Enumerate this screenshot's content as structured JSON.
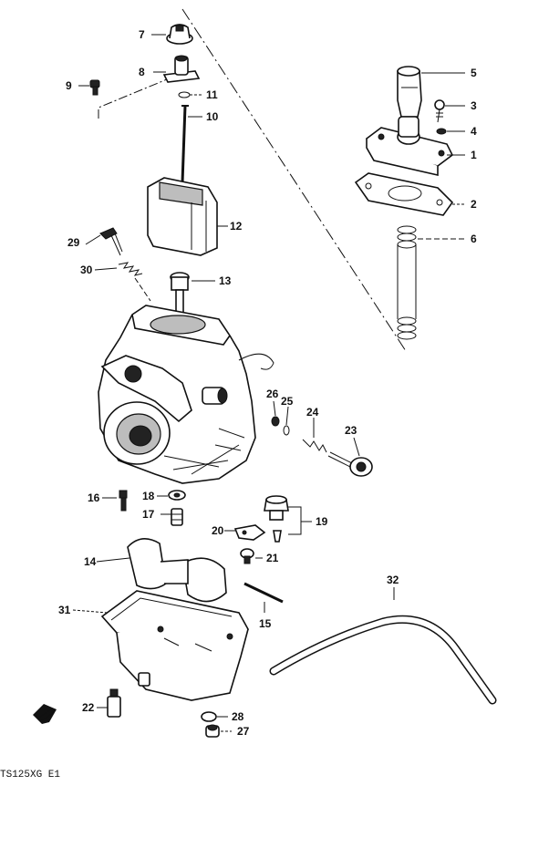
{
  "caption": "TS125XG E1",
  "callouts": [
    {
      "id": "1",
      "text": "1"
    },
    {
      "id": "2",
      "text": "2"
    },
    {
      "id": "3",
      "text": "3"
    },
    {
      "id": "4",
      "text": "4"
    },
    {
      "id": "5",
      "text": "5"
    },
    {
      "id": "6",
      "text": "6"
    },
    {
      "id": "7",
      "text": "7"
    },
    {
      "id": "8",
      "text": "8"
    },
    {
      "id": "9",
      "text": "9"
    },
    {
      "id": "10",
      "text": "10"
    },
    {
      "id": "11",
      "text": "11"
    },
    {
      "id": "12",
      "text": "12"
    },
    {
      "id": "13",
      "text": "13"
    },
    {
      "id": "14",
      "text": "14"
    },
    {
      "id": "15",
      "text": "15"
    },
    {
      "id": "16",
      "text": "16"
    },
    {
      "id": "17",
      "text": "17"
    },
    {
      "id": "18",
      "text": "18"
    },
    {
      "id": "19",
      "text": "19"
    },
    {
      "id": "20",
      "text": "20"
    },
    {
      "id": "21",
      "text": "21"
    },
    {
      "id": "22",
      "text": "22"
    },
    {
      "id": "23",
      "text": "23"
    },
    {
      "id": "24",
      "text": "24"
    },
    {
      "id": "25",
      "text": "25"
    },
    {
      "id": "26",
      "text": "26"
    },
    {
      "id": "27",
      "text": "27"
    },
    {
      "id": "28",
      "text": "28"
    },
    {
      "id": "29",
      "text": "29"
    },
    {
      "id": "30",
      "text": "30"
    },
    {
      "id": "31",
      "text": "31"
    },
    {
      "id": "32",
      "text": "32"
    }
  ]
}
